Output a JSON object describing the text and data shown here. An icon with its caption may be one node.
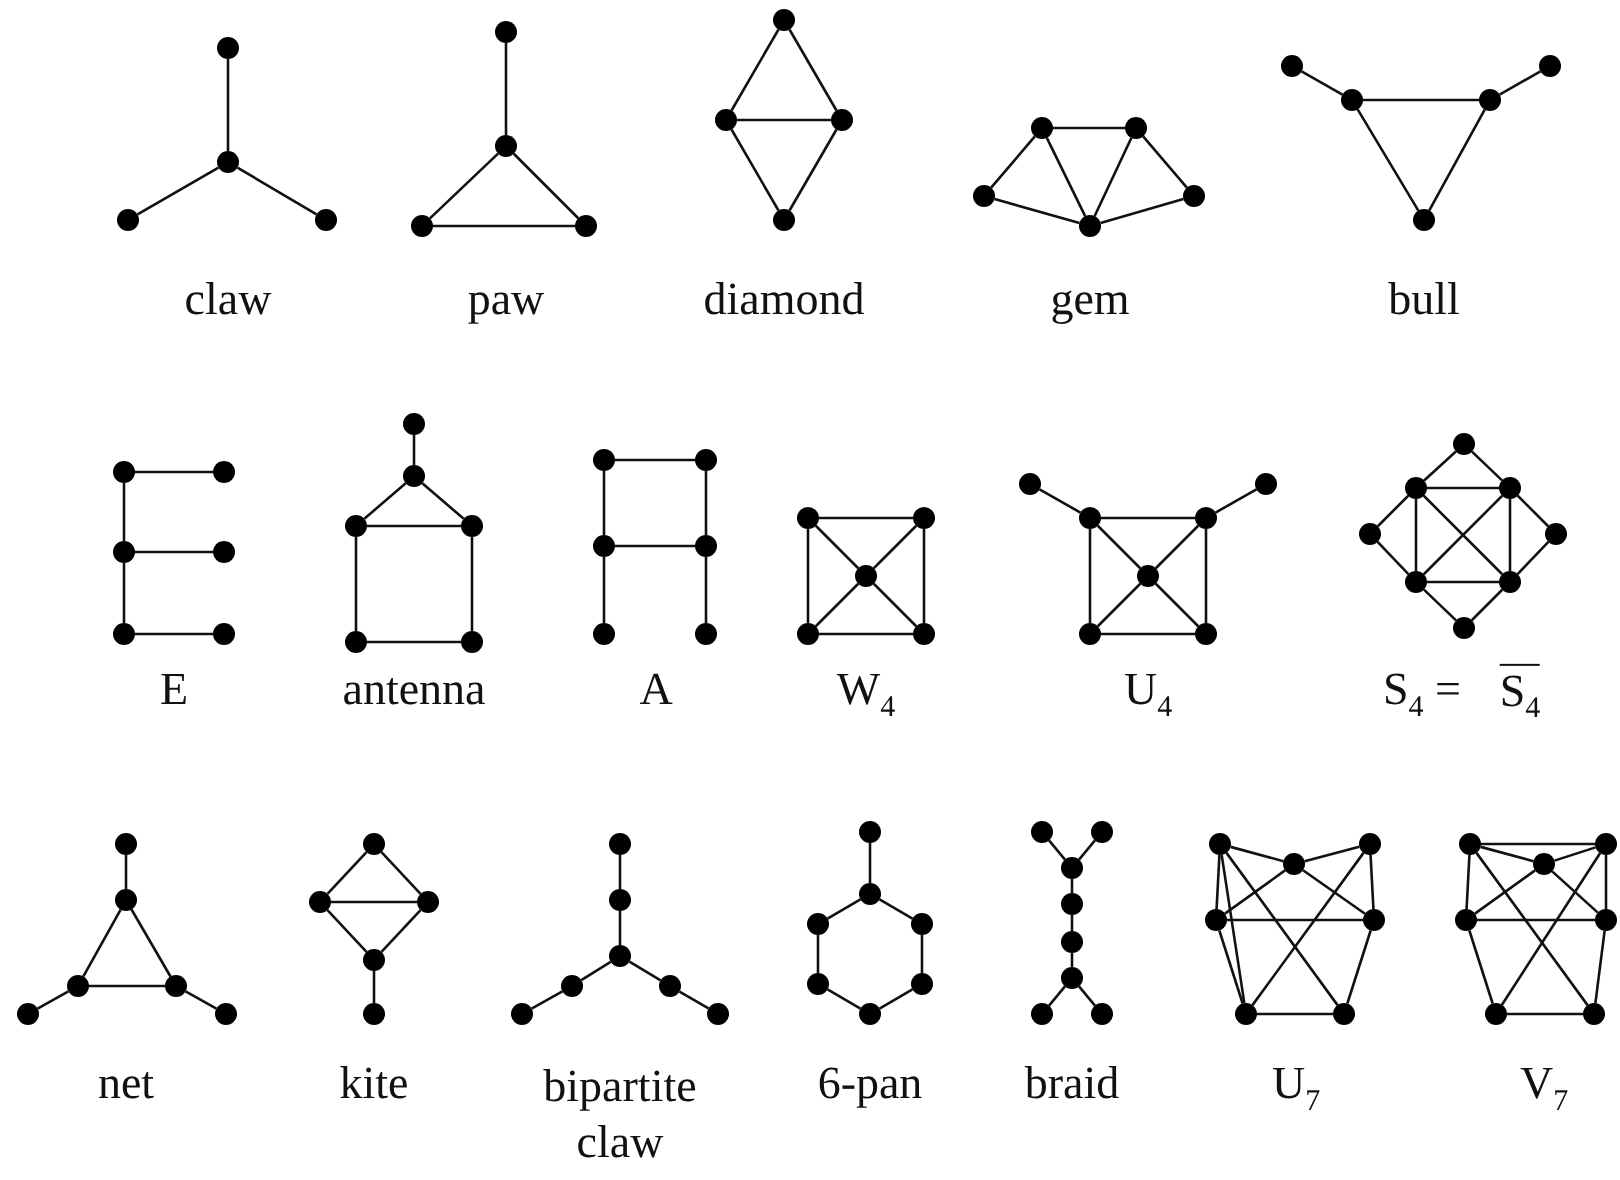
{
  "diagram": {
    "nodes": [
      {
        "text": [],
        "shape": "circle"
      },
      {
        "text": [],
        "shape": "circle"
      },
      {
        "text": [],
        "shape": "circle"
      },
      {
        "text": [],
        "shape": "circle"
      },
      {
        "text": [],
        "shape": "circle"
      },
      {
        "text": [],
        "shape": "circle"
      },
      {
        "text": [],
        "shape": "circle"
      },
      {
        "text": [],
        "shape": "circle"
      },
      {
        "text": [],
        "shape": "circle"
      },
      {
        "text": [],
        "shape": "circle"
      },
      {
        "text": [],
        "shape": "circle"
      },
      {
        "text": [],
        "shape": "circle"
      },
      {
        "text": [],
        "shape": "circle"
      },
      {
        "text": [],
        "shape": "circle"
      },
      {
        "text": [],
        "shape": "circle"
      },
      {
        "text": [],
        "shape": "circle"
      },
      {
        "text": [],
        "shape": "circle"
      },
      {
        "text": [],
        "shape": "circle"
      },
      {
        "text": [],
        "shape": "circle"
      },
      {
        "text": [],
        "shape": "circle"
      },
      {
        "text": [],
        "shape": "circle"
      },
      {
        "text": [],
        "shape": "circle"
      },
      {
        "text": [],
        "shape": "circle"
      },
      {
        "text": [],
        "shape": "circle"
      },
      {
        "text": [],
        "shape": "circle"
      },
      {
        "text": [],
        "shape": "circle"
      },
      {
        "text": [],
        "shape": "circle"
      },
      {
        "text": [],
        "shape": "circle"
      },
      {
        "text": [],
        "shape": "circle"
      },
      {
        "text": [],
        "shape": "circle"
      },
      {
        "text": [],
        "shape": "circle"
      },
      {
        "text": [],
        "shape": "circle"
      },
      {
        "text": [],
        "shape": "circle"
      },
      {
        "text": [],
        "shape": "circle"
      },
      {
        "text": [],
        "shape": "circle"
      },
      {
        "text": [],
        "shape": "circle"
      },
      {
        "text": [],
        "shape": "circle"
      },
      {
        "text": [],
        "shape": "circle"
      },
      {
        "text": [],
        "shape": "circle"
      },
      {
        "text": [],
        "shape": "circle"
      },
      {
        "text": [],
        "shape": "circle"
      },
      {
        "text": [],
        "shape": "circle"
      },
      {
        "text": [],
        "shape": "circle"
      },
      {
        "text": [],
        "shape": "circle"
      },
      {
        "text": [],
        "shape": "circle"
      },
      {
        "text": [],
        "shape": "circle"
      },
      {
        "text": [],
        "shape": "circle"
      },
      {
        "text": [],
        "shape": "circle"
      },
      {
        "text": [],
        "shape": "circle"
      },
      {
        "text": [],
        "shape": "circle"
      },
      {
        "text": [],
        "shape": "circle"
      },
      {
        "text": [],
        "shape": "circle"
      },
      {
        "text": [],
        "shape": "circle"
      },
      {
        "text": [],
        "shape": "circle"
      },
      {
        "text": [],
        "shape": "circle"
      },
      {
        "text": [],
        "shape": "circle"
      },
      {
        "text": [],
        "shape": "circle"
      },
      {
        "text": [],
        "shape": "circle"
      },
      {
        "text": [],
        "shape": "circle"
      },
      {
        "text": [],
        "shape": "circle"
      },
      {
        "text": [],
        "shape": "circle"
      },
      {
        "text": [],
        "shape": "circle"
      },
      {
        "text": [],
        "shape": "circle"
      },
      {
        "text": [],
        "shape": "circle"
      },
      {
        "text": [],
        "shape": "circle"
      },
      {
        "text": [],
        "shape": "circle"
      },
      {
        "text": [],
        "shape": "circle"
      },
      {
        "text": [],
        "shape": "circle"
      },
      {
        "text": [],
        "shape": "circle"
      },
      {
        "text": [],
        "shape": "circle"
      },
      {
        "text": [],
        "shape": "circle"
      },
      {
        "text": [],
        "shape": "circle"
      },
      {
        "text": [],
        "shape": "circle"
      },
      {
        "text": [],
        "shape": "circle"
      },
      {
        "text": [],
        "shape": "circle"
      },
      {
        "text": [],
        "shape": "circle"
      },
      {
        "text": [],
        "shape": "circle"
      },
      {
        "text": [],
        "shape": "circle"
      },
      {
        "text": [],
        "shape": "circle"
      },
      {
        "text": [],
        "shape": "circle"
      },
      {
        "text": [],
        "shape": "circle"
      },
      {
        "text": [],
        "shape": "circle"
      },
      {
        "text": [],
        "shape": "circle"
      },
      {
        "text": [],
        "shape": "circle"
      },
      {
        "text": [],
        "shape": "circle"
      },
      {
        "text": [],
        "shape": "circle"
      },
      {
        "text": [],
        "shape": "circle"
      },
      {
        "text": [],
        "shape": "circle"
      },
      {
        "text": [],
        "shape": "circle"
      },
      {
        "text": [],
        "shape": "circle"
      },
      {
        "text": [],
        "shape": "circle"
      },
      {
        "text": [],
        "shape": "circle"
      },
      {
        "text": [],
        "shape": "circle"
      },
      {
        "text": [],
        "shape": "circle"
      },
      {
        "text": [],
        "shape": "circle"
      },
      {
        "text": [],
        "shape": "circle"
      },
      {
        "text": [],
        "shape": "circle"
      },
      {
        "text": [],
        "shape": "circle"
      },
      {
        "text": [],
        "shape": "circle"
      },
      {
        "text": [],
        "shape": "circle"
      },
      {
        "text": [],
        "shape": "circle"
      },
      {
        "text": [],
        "shape": "circle"
      },
      {
        "text": [],
        "shape": "circle"
      },
      {
        "text": [],
        "shape": "circle"
      },
      {
        "text": [],
        "shape": "circle"
      },
      {
        "text": [],
        "shape": "circle"
      },
      {
        "text": [],
        "shape": "circle"
      }
    ],
    "edges": [
      {
        "from": 0,
        "to": 1,
        "arrow": "none"
      },
      {
        "from": 1,
        "to": 2,
        "arrow": "none"
      },
      {
        "from": 1,
        "to": 3,
        "arrow": "none"
      },
      {
        "from": 4,
        "to": 5,
        "arrow": "none"
      },
      {
        "from": 5,
        "to": 6,
        "arrow": "none"
      },
      {
        "from": 5,
        "to": 7,
        "arrow": "none"
      },
      {
        "from": 6,
        "to": 7,
        "arrow": "none"
      },
      {
        "from": 8,
        "to": 9,
        "arrow": "none"
      },
      {
        "from": 8,
        "to": 10,
        "arrow": "none"
      },
      {
        "from": 9,
        "to": 10,
        "arrow": "none"
      },
      {
        "from": 9,
        "to": 11,
        "arrow": "none"
      },
      {
        "from": 10,
        "to": 11,
        "arrow": "none"
      },
      {
        "from": 14,
        "to": 12,
        "arrow": "none"
      },
      {
        "from": 12,
        "to": 13,
        "arrow": "none"
      },
      {
        "from": 13,
        "to": 15,
        "arrow": "none"
      },
      {
        "from": 14,
        "to": 16,
        "arrow": "none"
      },
      {
        "from": 12,
        "to": 16,
        "arrow": "none"
      },
      {
        "from": 13,
        "to": 16,
        "arrow": "none"
      },
      {
        "from": 15,
        "to": 16,
        "arrow": "none"
      },
      {
        "from": 17,
        "to": 18,
        "arrow": "none"
      },
      {
        "from": 18,
        "to": 19,
        "arrow": "none"
      },
      {
        "from": 19,
        "to": 20,
        "arrow": "none"
      },
      {
        "from": 18,
        "to": 21,
        "arrow": "none"
      },
      {
        "from": 19,
        "to": 21,
        "arrow": "none"
      },
      {
        "from": 22,
        "to": 23,
        "arrow": "none"
      },
      {
        "from": 22,
        "to": 24,
        "arrow": "none"
      },
      {
        "from": 24,
        "to": 25,
        "arrow": "none"
      },
      {
        "from": 24,
        "to": 26,
        "arrow": "none"
      },
      {
        "from": 26,
        "to": 27,
        "arrow": "none"
      },
      {
        "from": 28,
        "to": 29,
        "arrow": "none"
      },
      {
        "from": 29,
        "to": 30,
        "arrow": "none"
      },
      {
        "from": 29,
        "to": 31,
        "arrow": "none"
      },
      {
        "from": 30,
        "to": 31,
        "arrow": "none"
      },
      {
        "from": 30,
        "to": 32,
        "arrow": "none"
      },
      {
        "from": 31,
        "to": 33,
        "arrow": "none"
      },
      {
        "from": 32,
        "to": 33,
        "arrow": "none"
      },
      {
        "from": 34,
        "to": 35,
        "arrow": "none"
      },
      {
        "from": 34,
        "to": 36,
        "arrow": "none"
      },
      {
        "from": 35,
        "to": 37,
        "arrow": "none"
      },
      {
        "from": 36,
        "to": 37,
        "arrow": "none"
      },
      {
        "from": 36,
        "to": 38,
        "arrow": "none"
      },
      {
        "from": 37,
        "to": 39,
        "arrow": "none"
      },
      {
        "from": 40,
        "to": 41,
        "arrow": "none"
      },
      {
        "from": 40,
        "to": 43,
        "arrow": "none"
      },
      {
        "from": 41,
        "to": 44,
        "arrow": "none"
      },
      {
        "from": 43,
        "to": 44,
        "arrow": "none"
      },
      {
        "from": 40,
        "to": 42,
        "arrow": "none"
      },
      {
        "from": 41,
        "to": 42,
        "arrow": "none"
      },
      {
        "from": 42,
        "to": 43,
        "arrow": "none"
      },
      {
        "from": 42,
        "to": 44,
        "arrow": "none"
      },
      {
        "from": 45,
        "to": 46,
        "arrow": "none"
      },
      {
        "from": 47,
        "to": 48,
        "arrow": "none"
      },
      {
        "from": 46,
        "to": 47,
        "arrow": "none"
      },
      {
        "from": 46,
        "to": 50,
        "arrow": "none"
      },
      {
        "from": 47,
        "to": 51,
        "arrow": "none"
      },
      {
        "from": 50,
        "to": 51,
        "arrow": "none"
      },
      {
        "from": 46,
        "to": 49,
        "arrow": "none"
      },
      {
        "from": 47,
        "to": 49,
        "arrow": "none"
      },
      {
        "from": 49,
        "to": 50,
        "arrow": "none"
      },
      {
        "from": 49,
        "to": 51,
        "arrow": "none"
      },
      {
        "from": 52,
        "to": 53,
        "arrow": "none"
      },
      {
        "from": 52,
        "to": 54,
        "arrow": "none"
      },
      {
        "from": 53,
        "to": 54,
        "arrow": "none"
      },
      {
        "from": 55,
        "to": 53,
        "arrow": "none"
      },
      {
        "from": 55,
        "to": 57,
        "arrow": "none"
      },
      {
        "from": 56,
        "to": 54,
        "arrow": "none"
      },
      {
        "from": 56,
        "to": 58,
        "arrow": "none"
      },
      {
        "from": 53,
        "to": 57,
        "arrow": "none"
      },
      {
        "from": 54,
        "to": 58,
        "arrow": "none"
      },
      {
        "from": 57,
        "to": 58,
        "arrow": "none"
      },
      {
        "from": 53,
        "to": 58,
        "arrow": "none"
      },
      {
        "from": 54,
        "to": 57,
        "arrow": "none"
      },
      {
        "from": 59,
        "to": 57,
        "arrow": "none"
      },
      {
        "from": 59,
        "to": 58,
        "arrow": "none"
      },
      {
        "from": 60,
        "to": 61,
        "arrow": "none"
      },
      {
        "from": 61,
        "to": 62,
        "arrow": "none"
      },
      {
        "from": 61,
        "to": 63,
        "arrow": "none"
      },
      {
        "from": 62,
        "to": 63,
        "arrow": "none"
      },
      {
        "from": 62,
        "to": 64,
        "arrow": "none"
      },
      {
        "from": 63,
        "to": 65,
        "arrow": "none"
      },
      {
        "from": 66,
        "to": 67,
        "arrow": "none"
      },
      {
        "from": 66,
        "to": 68,
        "arrow": "none"
      },
      {
        "from": 67,
        "to": 68,
        "arrow": "none"
      },
      {
        "from": 67,
        "to": 69,
        "arrow": "none"
      },
      {
        "from": 68,
        "to": 69,
        "arrow": "none"
      },
      {
        "from": 69,
        "to": 70,
        "arrow": "none"
      },
      {
        "from": 71,
        "to": 72,
        "arrow": "none"
      },
      {
        "from": 72,
        "to": 73,
        "arrow": "none"
      },
      {
        "from": 73,
        "to": 74,
        "arrow": "none"
      },
      {
        "from": 73,
        "to": 75,
        "arrow": "none"
      },
      {
        "from": 74,
        "to": 76,
        "arrow": "none"
      },
      {
        "from": 75,
        "to": 77,
        "arrow": "none"
      },
      {
        "from": 78,
        "to": 79,
        "arrow": "none"
      },
      {
        "from": 79,
        "to": 80,
        "arrow": "none"
      },
      {
        "from": 79,
        "to": 81,
        "arrow": "none"
      },
      {
        "from": 80,
        "to": 82,
        "arrow": "none"
      },
      {
        "from": 81,
        "to": 83,
        "arrow": "none"
      },
      {
        "from": 82,
        "to": 84,
        "arrow": "none"
      },
      {
        "from": 83,
        "to": 84,
        "arrow": "none"
      },
      {
        "from": 85,
        "to": 87,
        "arrow": "none"
      },
      {
        "from": 86,
        "to": 87,
        "arrow": "none"
      },
      {
        "from": 87,
        "to": 88,
        "arrow": "none"
      },
      {
        "from": 88,
        "to": 89,
        "arrow": "none"
      },
      {
        "from": 89,
        "to": 90,
        "arrow": "none"
      },
      {
        "from": 90,
        "to": 91,
        "arrow": "none"
      },
      {
        "from": 90,
        "to": 92,
        "arrow": "none"
      },
      {
        "from": 93,
        "to": 95,
        "arrow": "none"
      },
      {
        "from": 95,
        "to": 94,
        "arrow": "none"
      },
      {
        "from": 93,
        "to": 96,
        "arrow": "none"
      },
      {
        "from": 93,
        "to": 98,
        "arrow": "none"
      },
      {
        "from": 93,
        "to": 99,
        "arrow": "none"
      },
      {
        "from": 96,
        "to": 98,
        "arrow": "none"
      },
      {
        "from": 95,
        "to": 96,
        "arrow": "none"
      },
      {
        "from": 95,
        "to": 97,
        "arrow": "none"
      },
      {
        "from": 94,
        "to": 98,
        "arrow": "none"
      },
      {
        "from": 94,
        "to": 97,
        "arrow": "none"
      },
      {
        "from": 97,
        "to": 99,
        "arrow": "none"
      },
      {
        "from": 98,
        "to": 99,
        "arrow": "none"
      },
      {
        "from": 96,
        "to": 97,
        "arrow": "none"
      },
      {
        "from": 100,
        "to": 101,
        "arrow": "none"
      },
      {
        "from": 100,
        "to": 102,
        "arrow": "none"
      },
      {
        "from": 102,
        "to": 101,
        "arrow": "none"
      },
      {
        "from": 100,
        "to": 103,
        "arrow": "none"
      },
      {
        "from": 100,
        "to": 106,
        "arrow": "none"
      },
      {
        "from": 102,
        "to": 103,
        "arrow": "none"
      },
      {
        "from": 102,
        "to": 104,
        "arrow": "none"
      },
      {
        "from": 101,
        "to": 105,
        "arrow": "none"
      },
      {
        "from": 101,
        "to": 104,
        "arrow": "none"
      },
      {
        "from": 103,
        "to": 104,
        "arrow": "none"
      },
      {
        "from": 103,
        "to": 105,
        "arrow": "none"
      },
      {
        "from": 104,
        "to": 106,
        "arrow": "none"
      },
      {
        "from": 105,
        "to": 106,
        "arrow": "none"
      }
    ],
    "labels": [
      "claw",
      "paw",
      "diamond",
      "gem",
      "bull",
      "E",
      "antenna",
      "A",
      "W$_{4}$",
      "U$_{4}$",
      "S$_{4}$ =",
      "S$_{4}$",
      "net",
      "kite",
      "bipartite claw",
      "6-pan",
      "braid",
      "U$_{7}$",
      "V$_{7}$"
    ]
  }
}
